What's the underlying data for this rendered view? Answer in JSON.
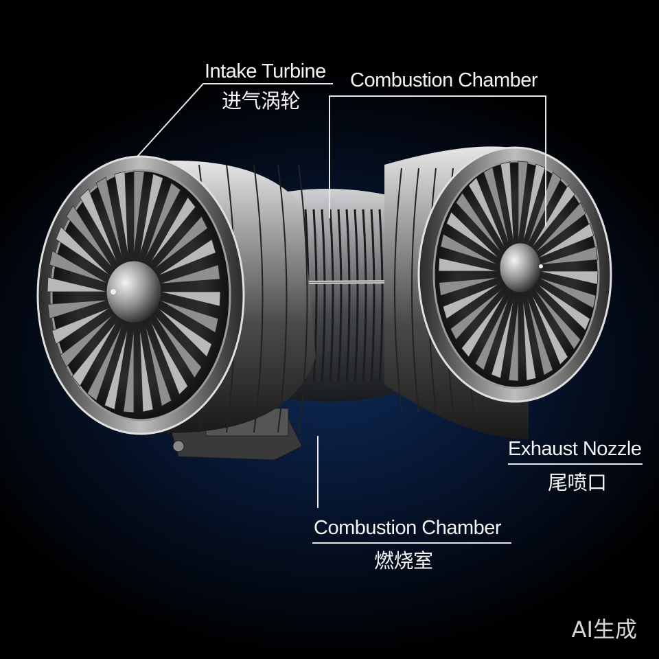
{
  "labels": {
    "intake_en": "Intake Turbine",
    "intake_cn": "进气涡轮",
    "combustion_top_en": "Combustion Chamber",
    "exhaust_en": "Exhaust Nozzle",
    "exhaust_cn": "尾喷口",
    "combustion_bottom_en": "Combustion Chamber",
    "combustion_bottom_cn": "燃烧室"
  },
  "watermark": "AI生成",
  "colors": {
    "metal_light": "#d9d9d9",
    "metal_dark": "#3a3a3a",
    "background_glow": "#0e2a55",
    "label_text": "#f5f5f5"
  }
}
